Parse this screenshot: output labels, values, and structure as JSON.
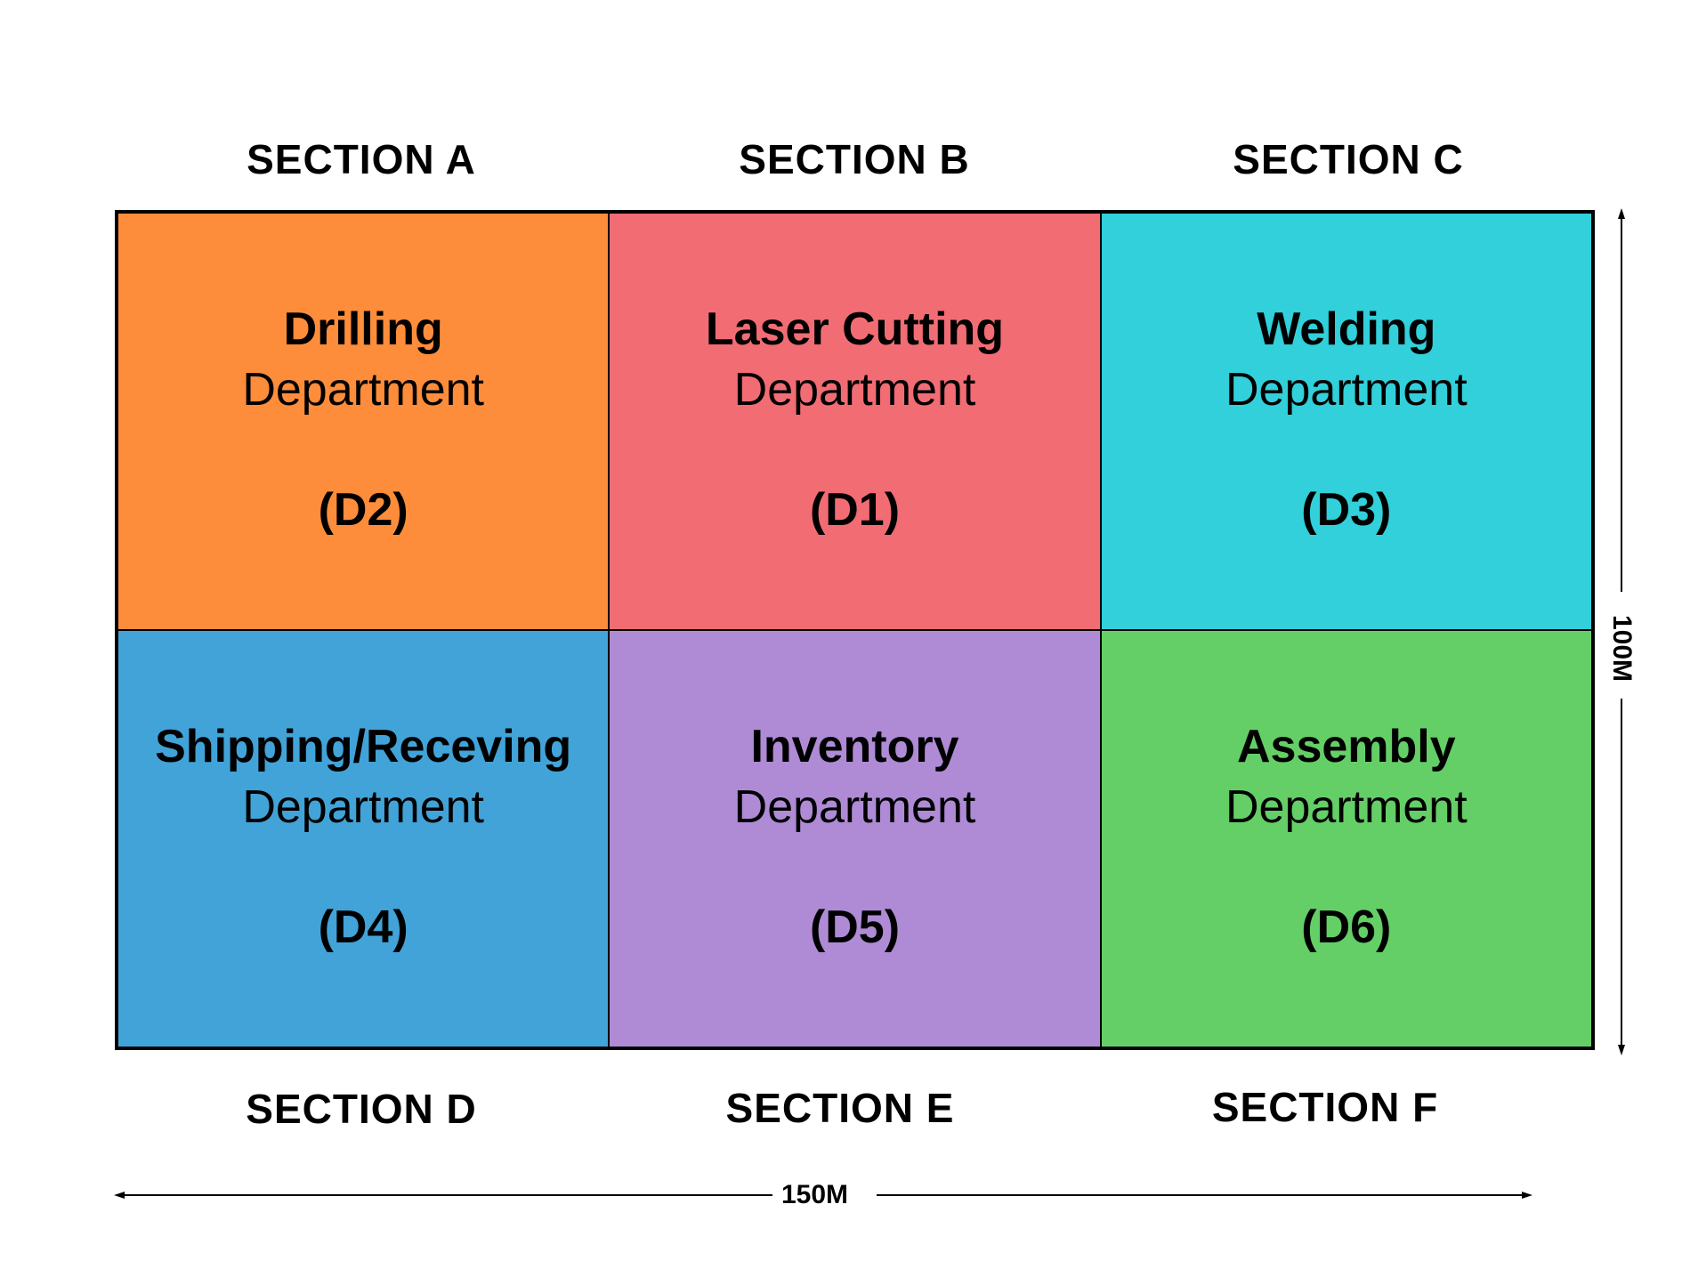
{
  "sections_top": [
    "SECTION A",
    "SECTION B",
    "SECTION C"
  ],
  "sections_bottom": [
    "SECTION D",
    "SECTION E",
    "SECTION F"
  ],
  "departments": [
    {
      "name": "Drilling",
      "label": "Department",
      "code": "(D2)",
      "color": "#FD8D3A"
    },
    {
      "name": "Laser Cutting",
      "label": "Department",
      "code": "(D1)",
      "color": "#F26C74"
    },
    {
      "name": "Welding",
      "label": "Department",
      "code": "(D3)",
      "color": "#31D0DA"
    },
    {
      "name": "Shipping/Receving",
      "label": "Department",
      "code": "(D4)",
      "color": "#42A3D8"
    },
    {
      "name": "Inventory",
      "label": "Department",
      "code": "(D5)",
      "color": "#AF8BD6"
    },
    {
      "name": "Assembly",
      "label": "Department",
      "code": "(D6)",
      "color": "#64CF66"
    }
  ],
  "dimensions": {
    "width": "150M",
    "height": "100M"
  }
}
